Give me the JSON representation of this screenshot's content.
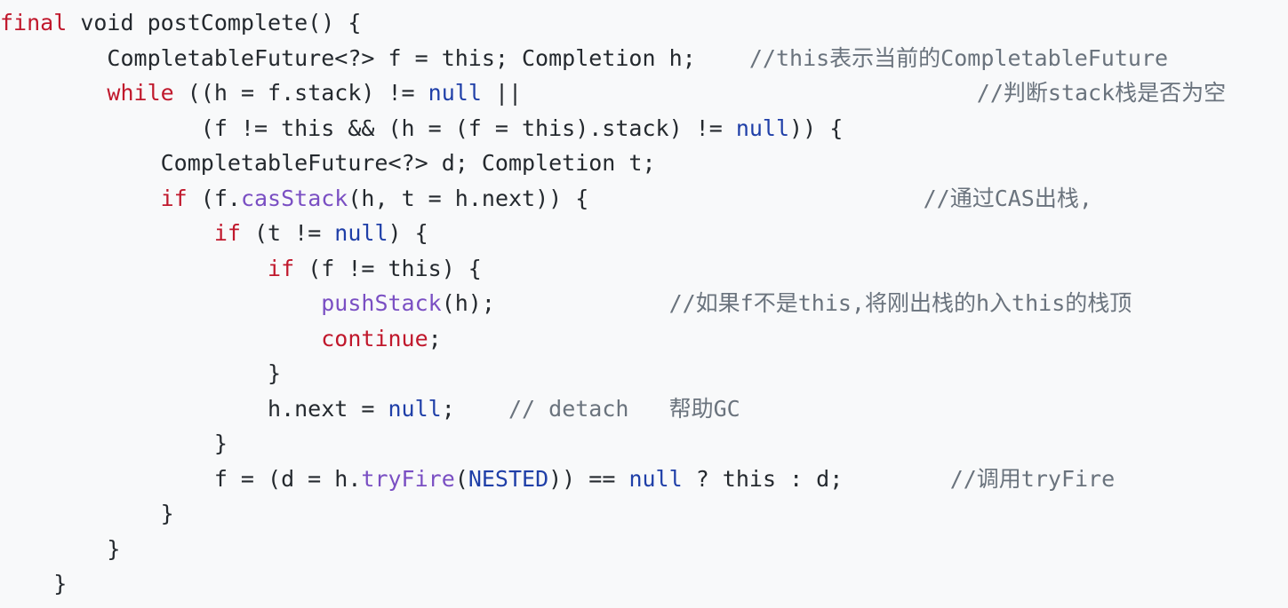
{
  "code": {
    "lines": [
      [
        {
          "t": "final",
          "c": "kw"
        },
        {
          "t": " void postComplete() {",
          "c": "plain"
        }
      ],
      [
        {
          "t": "        CompletableFuture<?> f = this; Completion h;    ",
          "c": "plain"
        },
        {
          "t": "//this表示当前的CompletableFuture",
          "c": "cmt"
        }
      ],
      [
        {
          "t": "        ",
          "c": "plain"
        },
        {
          "t": "while",
          "c": "kw"
        },
        {
          "t": " ((h = f.stack) != ",
          "c": "plain"
        },
        {
          "t": "null",
          "c": "lit"
        },
        {
          "t": " ||                                  ",
          "c": "plain"
        },
        {
          "t": "//判断stack栈是否为空",
          "c": "cmt"
        }
      ],
      [
        {
          "t": "               (f != this && (h = (f = this).stack) != ",
          "c": "plain"
        },
        {
          "t": "null",
          "c": "lit"
        },
        {
          "t": ")) {",
          "c": "plain"
        }
      ],
      [
        {
          "t": "            CompletableFuture<?> d; Completion t;",
          "c": "plain"
        }
      ],
      [
        {
          "t": "            ",
          "c": "plain"
        },
        {
          "t": "if",
          "c": "kw"
        },
        {
          "t": " (f.",
          "c": "plain"
        },
        {
          "t": "casStack",
          "c": "fn"
        },
        {
          "t": "(h, t = h.next)) {                         ",
          "c": "plain"
        },
        {
          "t": "//通过CAS出栈,",
          "c": "cmt"
        }
      ],
      [
        {
          "t": "                ",
          "c": "plain"
        },
        {
          "t": "if",
          "c": "kw"
        },
        {
          "t": " (t != ",
          "c": "plain"
        },
        {
          "t": "null",
          "c": "lit"
        },
        {
          "t": ") {",
          "c": "plain"
        }
      ],
      [
        {
          "t": "                    ",
          "c": "plain"
        },
        {
          "t": "if",
          "c": "kw"
        },
        {
          "t": " (f != this) {",
          "c": "plain"
        }
      ],
      [
        {
          "t": "                        ",
          "c": "plain"
        },
        {
          "t": "pushStack",
          "c": "fn"
        },
        {
          "t": "(h);             ",
          "c": "plain"
        },
        {
          "t": "//如果f不是this,将刚出栈的h入this的栈顶",
          "c": "cmt"
        }
      ],
      [
        {
          "t": "                        ",
          "c": "plain"
        },
        {
          "t": "continue",
          "c": "kw"
        },
        {
          "t": ";",
          "c": "plain"
        }
      ],
      [
        {
          "t": "                    }",
          "c": "plain"
        }
      ],
      [
        {
          "t": "                    h.next = ",
          "c": "plain"
        },
        {
          "t": "null",
          "c": "lit"
        },
        {
          "t": ";    ",
          "c": "plain"
        },
        {
          "t": "// detach   帮助GC",
          "c": "cmt"
        }
      ],
      [
        {
          "t": "                }",
          "c": "plain"
        }
      ],
      [
        {
          "t": "                f = (d = h.",
          "c": "plain"
        },
        {
          "t": "tryFire",
          "c": "fn"
        },
        {
          "t": "(",
          "c": "plain"
        },
        {
          "t": "NESTED",
          "c": "lit"
        },
        {
          "t": ")) == ",
          "c": "plain"
        },
        {
          "t": "null",
          "c": "lit"
        },
        {
          "t": " ? this : d;        ",
          "c": "plain"
        },
        {
          "t": "//调用tryFire",
          "c": "cmt"
        }
      ],
      [
        {
          "t": "            }",
          "c": "plain"
        }
      ],
      [
        {
          "t": "        }",
          "c": "plain"
        }
      ],
      [
        {
          "t": "    }",
          "c": "plain"
        }
      ]
    ]
  },
  "colors": {
    "background": "#f8f9fa",
    "keyword": "#c0182c",
    "literal": "#1f3fa8",
    "function": "#7a4fc3",
    "comment": "#6a737d",
    "text": "#24292e"
  }
}
